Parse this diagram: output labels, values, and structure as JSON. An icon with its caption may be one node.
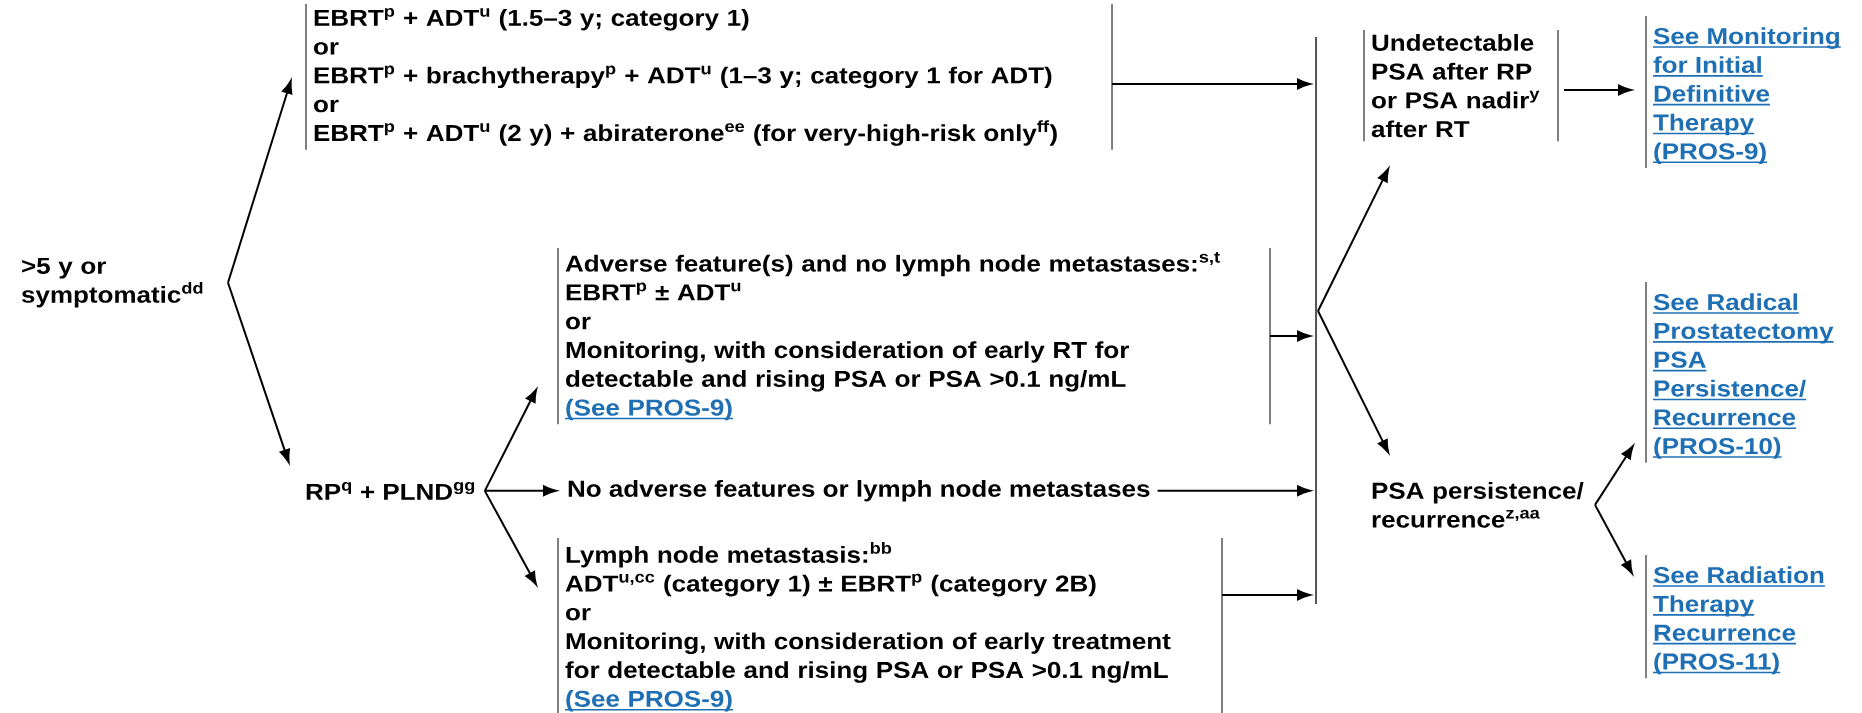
{
  "diagram": {
    "nodes": [
      {
        "text": [
          ">5 y or symptomatic$^{dd}$"
        ]
      },
      {
        "text": [
          "EBRT$^{p}$ + ADT$^{u}$ (1.5–3 y; category 1)",
          "or",
          "EBRT$^{p}$ + brachytherapy$^{p}$ + ADT$^{u}$ (1–3 y; category 1 for ADT)",
          "or",
          "EBRT$^{p}$ + ADT$^{u}$ (2 y) + abiraterone$^{ee}$ (for very-high-risk only$^{ff}$)"
        ]
      },
      {
        "text": [
          "RP$^{q}$ + PLND$^{gg}$"
        ]
      },
      {
        "text": [
          "Adverse feature(s) and no lymph node metastases:$^{s,t}$",
          "EBRT$^{p}$ ± ADT$^{u}$",
          "or",
          "Monitoring, with consideration of early RT for detectable and rising PSA or PSA >0.1 ng/mL",
          "(See PROS-9)"
        ]
      },
      {
        "text": [
          "No adverse features or lymph node metastases"
        ]
      },
      {
        "text": [
          "Lymph node metastasis:$^{bb}$",
          "ADT$^{u,cc}$ (category 1) ± EBRT$^{p}$ (category 2B)",
          "or",
          "Monitoring, with consideration of early treatment for detectable and rising PSA or PSA >0.1 ng/mL",
          "(See PROS-9)"
        ]
      },
      {
        "text": [],
        "shape": "bar"
      },
      {
        "text": [
          "Undetectable PSA after RP or PSA nadir$^{y}$ after RT"
        ]
      },
      {
        "text": [
          "See Monitoring for Initial Definitive Therapy (PROS-9)"
        ]
      },
      {
        "text": [
          "PSA persistence/ recurrence$^{z,aa}$"
        ]
      },
      {
        "text": [
          "See Radical Prostatectomy PSA Persistence/ Recurrence (PROS-10)"
        ]
      },
      {
        "text": [
          "See Radiation Therapy Recurrence (PROS-11)"
        ]
      }
    ],
    "edges": [
      {
        "from": 0,
        "to": 1,
        "arrow": "to"
      },
      {
        "from": 0,
        "to": 2,
        "arrow": "to"
      },
      {
        "from": 2,
        "to": 3,
        "arrow": "to"
      },
      {
        "from": 2,
        "to": 4,
        "arrow": "to"
      },
      {
        "from": 2,
        "to": 5,
        "arrow": "to"
      },
      {
        "from": 1,
        "to": 6,
        "arrow": "to"
      },
      {
        "from": 3,
        "to": 6,
        "arrow": "to"
      },
      {
        "from": 4,
        "to": 6,
        "arrow": "to"
      },
      {
        "from": 5,
        "to": 6,
        "arrow": "to"
      },
      {
        "from": 6,
        "to": 7,
        "arrow": "to"
      },
      {
        "from": 6,
        "to": 9,
        "arrow": "to"
      },
      {
        "from": 7,
        "to": 8,
        "arrow": "to"
      },
      {
        "from": 9,
        "to": 10,
        "arrow": "to"
      },
      {
        "from": 9,
        "to": 11,
        "arrow": "to"
      }
    ]
  }
}
